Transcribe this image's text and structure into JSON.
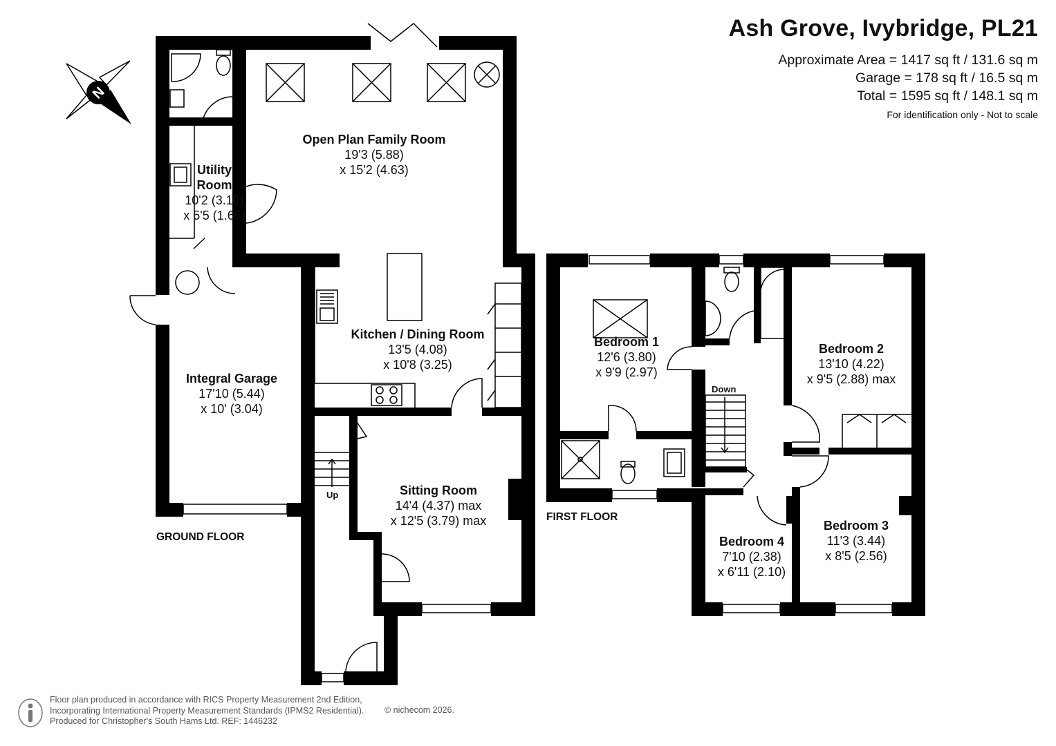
{
  "header": {
    "title": "Ash Grove, Ivybridge, PL21",
    "approx_area": "Approximate Area = 1417 sq ft / 131.6 sq m",
    "garage_area": "Garage = 178 sq ft / 16.5 sq m",
    "total_area": "Total = 1595 sq ft / 148.1 sq m",
    "note": "For identification only - Not to scale"
  },
  "compass": {
    "letter": "N",
    "icon": "compass-rose-icon"
  },
  "floors": {
    "ground": "GROUND FLOOR",
    "first": "FIRST FLOOR"
  },
  "stairs": {
    "up": "Up",
    "down": "Down"
  },
  "rooms": {
    "family": {
      "name": "Open Plan Family Room",
      "dim1": "19'3 (5.88)",
      "dim2": "x 15'2 (4.63)"
    },
    "utility": {
      "name1": "Utility",
      "name2": "Room",
      "dim1": "10'2 (3.10)",
      "dim2": "x 5'5 (1.66)"
    },
    "kitchen": {
      "name": "Kitchen / Dining Room",
      "dim1": "13'5 (4.08)",
      "dim2": "x 10'8 (3.25)"
    },
    "garage": {
      "name": "Integral Garage",
      "dim1": "17'10 (5.44)",
      "dim2": "x 10' (3.04)"
    },
    "sitting": {
      "name": "Sitting Room",
      "dim1": "14'4 (4.37) max",
      "dim2": "x 12'5 (3.79) max"
    },
    "bed1": {
      "name": "Bedroom 1",
      "dim1": "12'6 (3.80)",
      "dim2": "x 9'9 (2.97)"
    },
    "bed2": {
      "name": "Bedroom 2",
      "dim1": "13'10 (4.22)",
      "dim2": "x 9'5 (2.88) max"
    },
    "bed3": {
      "name": "Bedroom 3",
      "dim1": "11'3 (3.44)",
      "dim2": "x 8'5 (2.56)"
    },
    "bed4": {
      "name": "Bedroom 4",
      "dim1": "7'10 (2.38)",
      "dim2": "x 6'11 (2.10)"
    }
  },
  "footer": {
    "line1": "Floor plan produced in accordance with RICS Property Measurement 2nd Edition,",
    "line2": "Incorporating International Property Measurement Standards (IPMS2 Residential).",
    "line3": "Produced for Christopher's South Hams Ltd.   REF: 1446232",
    "copyright": "© nichecom 2026."
  },
  "colors": {
    "wall": "#000000",
    "background": "#ffffff",
    "text": "#111111",
    "footer_text": "#555555"
  }
}
